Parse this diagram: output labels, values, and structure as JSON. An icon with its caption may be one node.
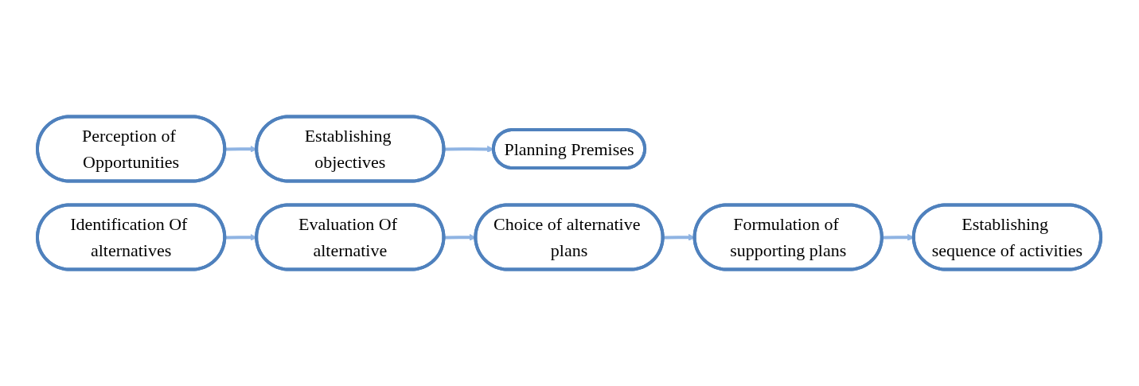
{
  "diagram": {
    "nodes": [
      {
        "text": [
          "Perception of Opportunities"
        ]
      },
      {
        "text": [
          "Establishing objectives"
        ]
      },
      {
        "text": [
          "Planning Premises"
        ]
      },
      {
        "text": [
          "Identification Of alternatives"
        ]
      },
      {
        "text": [
          "Evaluation Of alternative"
        ]
      },
      {
        "text": [
          "Choice of alternative plans"
        ]
      },
      {
        "text": [
          "Formulation of supporting plans"
        ]
      },
      {
        "text": [
          "Establishing sequence of activities"
        ]
      }
    ],
    "edges": [
      {
        "from": 0,
        "to": 1,
        "arrow": "to"
      },
      {
        "from": 1,
        "to": 2,
        "arrow": "to"
      },
      {
        "from": 3,
        "to": 4,
        "arrow": "to"
      },
      {
        "from": 4,
        "to": 5,
        "arrow": "to"
      },
      {
        "from": 5,
        "to": 6,
        "arrow": "to"
      },
      {
        "from": 6,
        "to": 7,
        "arrow": "to"
      }
    ]
  }
}
